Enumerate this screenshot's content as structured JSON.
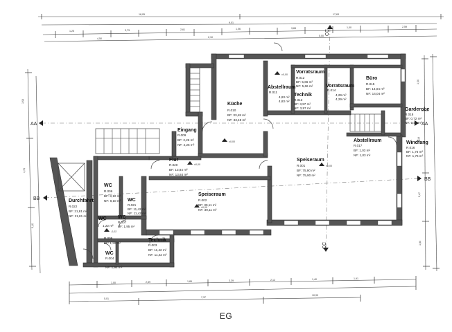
{
  "floor_label": "EG",
  "section_marks": [
    "AA",
    "AA",
    "BB",
    "BB",
    "CC",
    "CC"
  ],
  "rooms": [
    {
      "id": "kueche",
      "name": "Küche",
      "num": "R.010",
      "bf": "BF: 33,48 m²",
      "nf": "NF: 33,48 m²"
    },
    {
      "id": "vorratsraum-012",
      "name": "Vorratsraum",
      "num": "R.012",
      "bf": "BF:   5,66 m²",
      "nf": "NF:   5,66 m²"
    },
    {
      "id": "abstellraum-011",
      "name": "Abstellraum",
      "num": "R.011",
      "bf": "4,83 m²",
      "nf": "4,83 m²"
    },
    {
      "id": "technik-013",
      "name": "Technik",
      "num": "R.013",
      "bf": "BF: 3,97 m²",
      "nf": "NF: 3,97 m²"
    },
    {
      "id": "vorratsraum-014",
      "name": "Vorratsraum",
      "num": "R.014",
      "bf": "4,29 m²",
      "nf": "4,29 m²"
    },
    {
      "id": "buero",
      "name": "Büro",
      "num": "R.015",
      "bf": "BF: 14,04 m²",
      "nf": "NF: 14,04 m²"
    },
    {
      "id": "garderobe",
      "name": "Garderobe",
      "num": "R.018",
      "bf": "BF:   0,72 m²",
      "nf": "NF:   0,72 m²"
    },
    {
      "id": "eingang",
      "name": "Eingang",
      "num": "R.009",
      "bf": "BF:  2,26 m²",
      "nf": "NF:  2,26 m²"
    },
    {
      "id": "abstellraum-017",
      "name": "Abstellraum",
      "num": "R.017",
      "bf": "BF:   1,03 m²",
      "nf": "NF:   1,03 m²"
    },
    {
      "id": "windfang",
      "name": "Windfang",
      "num": "R.016",
      "bf": "BF:  1,76 m²",
      "nf": "NF:  1,76 m²"
    },
    {
      "id": "speiseraum-001",
      "name": "Speiseraum",
      "num": "R.001",
      "bf": "BF:   75,90 m²",
      "nf": "NF:   75,90 m²"
    },
    {
      "id": "flur",
      "name": "Flur",
      "num": "R.020",
      "bf": "BF: 13,84 m²",
      "nf": "NF: 13,84 m²"
    },
    {
      "id": "wc-006",
      "name": "WC",
      "num": "R.006",
      "bf": "BF:  8,10 m²",
      "nf": "NF:  8,10 m²"
    },
    {
      "id": "wc-021",
      "name": "WC",
      "num": "R.021",
      "bf": "BF: 11,42 m²",
      "nf": "NF: 11,42 m²"
    },
    {
      "id": "speiseraum-002",
      "name": "Speiseraum",
      "num": "R.002",
      "bf": "BF:   39,11 m²",
      "nf": "NF:   39,11 m²"
    },
    {
      "id": "durchfahrt",
      "name": "Durchfahrt",
      "num": "R.022",
      "bf": "BF:   21,81 m²",
      "nf": "NF:   21,81 m²"
    },
    {
      "id": "wc-007",
      "name": "WC",
      "num": "R.007",
      "bf": "BF:  1,95 m²",
      "nf": "NF:  1,95 m²"
    },
    {
      "id": "wc-005",
      "name": "WC",
      "num": "R.005",
      "bf": "BF:  1,32 m²",
      "nf": "NF:  1,32 m²"
    },
    {
      "id": "wc-004",
      "name": "WC",
      "num": "R.004",
      "bf": "",
      "nf": "NF:  1,94 m²"
    },
    {
      "id": "technik-003",
      "name": "Technik",
      "num": "R.003",
      "bf": "BF: 11,42 m²",
      "nf": "NF: 11,42 m²"
    },
    {
      "id": "wc-small",
      "name": "WC",
      "num": "",
      "bf": "1,22 m²",
      "nf": ""
    }
  ],
  "dimensions_top": [
    "18,05",
    "17,63",
    "9,01",
    "1,25",
    "3,73",
    "2,61",
    "1,06",
    "3,65",
    "1,00",
    "2,59",
    "4,50",
    "2,10",
    "5,00"
  ],
  "dimensions_bottom": [
    "5,01",
    "7,37",
    "10,90",
    "1,00",
    "2,59",
    "1,89",
    "3,39",
    "2,12",
    "1,40",
    "1,91"
  ],
  "dimensions_right": [
    "1,50",
    "6,19",
    "5,47",
    "1,80"
  ],
  "dimensions_left": [
    "1,56",
    "1,76",
    "5,15"
  ],
  "level_marks": [
    "±0,00",
    "±0,00",
    "±0,00",
    "±0,00",
    "-0,02",
    "±0,00"
  ]
}
